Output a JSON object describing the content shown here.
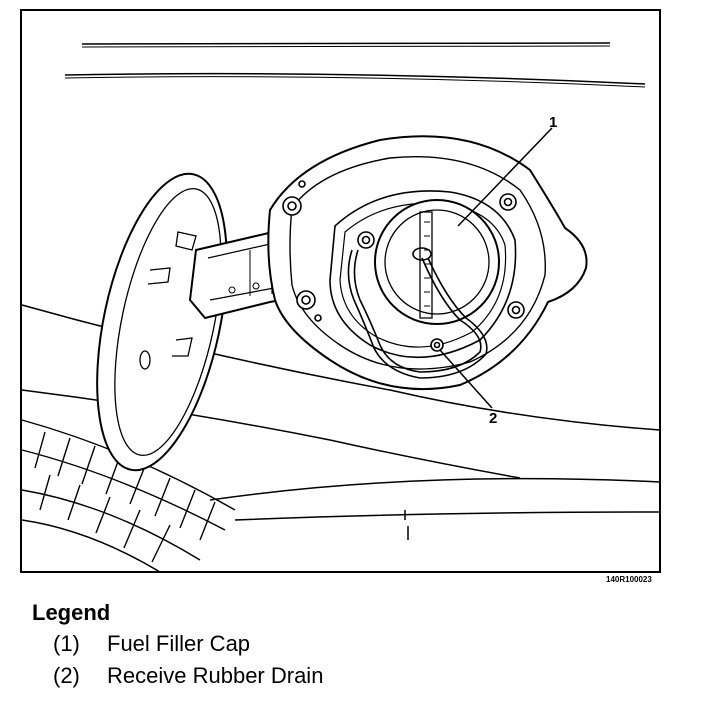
{
  "figure": {
    "id_code": "140R100023",
    "callouts": [
      {
        "label": "1",
        "part": "Fuel Filler Cap"
      },
      {
        "label": "2",
        "part": "Receive Rubber Drain"
      }
    ]
  },
  "legend": {
    "title": "Legend",
    "items": [
      {
        "num": "(1)",
        "text": "Fuel Filler Cap"
      },
      {
        "num": "(2)",
        "text": "Receive Rubber Drain"
      }
    ]
  }
}
